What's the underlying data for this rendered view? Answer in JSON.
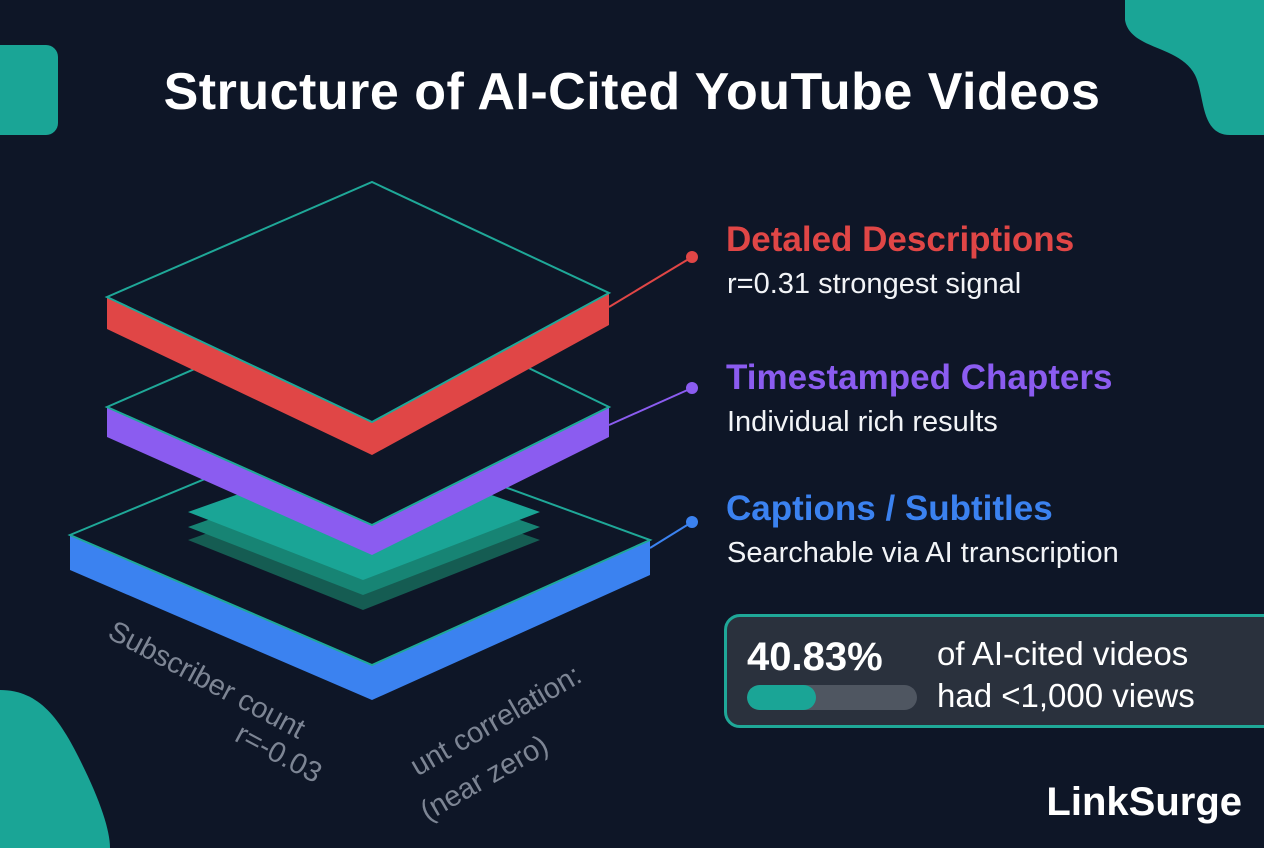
{
  "title": "Structure of AI-Cited YouTube Videos",
  "layers": [
    {
      "heading": "Detaled Descriptions",
      "sub": "r=0.31 strongest signal",
      "color": "#e04646"
    },
    {
      "heading": "Timestamped Chapters",
      "sub": "Individual rich results",
      "color": "#8b5cf0"
    },
    {
      "heading": "Captions / Subtitles",
      "sub": "Searchable via AI transcription",
      "color": "#3b82f0"
    }
  ],
  "base_left": {
    "line1": "Subscriber count",
    "line2": "r=-0.03"
  },
  "base_right": {
    "line1": "unt correlation:",
    "line2": "(near zero)"
  },
  "stat": {
    "value": "40.83%",
    "percent": 40.83,
    "line1": "of AI-cited videos",
    "line2": "had <1,000 views"
  },
  "brand": "LinkSurge",
  "accent": "#1fa898"
}
